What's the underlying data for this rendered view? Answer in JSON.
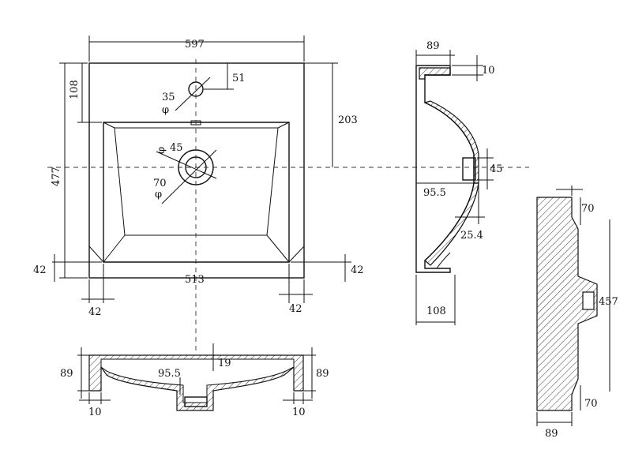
{
  "dimensions": {
    "top_view": {
      "overall_width": "597",
      "overall_depth": "477",
      "back_to_basin": "108",
      "tap_hole_offset": "51",
      "tap_hole_dia_value": "35",
      "tap_hole_dia_symbol": "φ",
      "to_waste_center": "203",
      "waste_inner_dia_value": "45",
      "waste_inner_dia_symbol": "φ",
      "waste_outer_dia_value": "70",
      "waste_outer_dia_symbol": "φ",
      "basin_width": "513",
      "left_rim": "42",
      "right_rim": "42",
      "bottom_left_rim": "42",
      "bottom_right_rim": "42"
    },
    "side_view": {
      "top_width": "89",
      "top_thickness": "10",
      "waste_width": "45",
      "waste_depth": "95.5",
      "outlet_offset": "25.4",
      "base_depth": "108"
    },
    "front_section": {
      "height_left": "89",
      "height_right": "89",
      "waste_depth": "95.5",
      "tap_hole": "19",
      "wall_left": "10",
      "wall_right": "10"
    },
    "right_elevation": {
      "top_offset": "70",
      "height": "457",
      "bottom_offset": "70",
      "width": "89"
    }
  }
}
